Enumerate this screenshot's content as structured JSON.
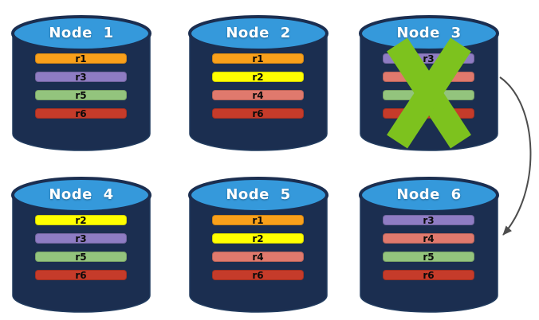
{
  "nodes": [
    {
      "label": "Node 1",
      "replicas": [
        "r1",
        "r3",
        "r5",
        "r6"
      ]
    },
    {
      "label": "Node 2",
      "replicas": [
        "r1",
        "r2",
        "r4",
        "r6"
      ]
    },
    {
      "label": "Node 3",
      "replicas": [
        "r3",
        "r4",
        "r5",
        "r6"
      ],
      "status": "failed"
    },
    {
      "label": "Node 4",
      "replicas": [
        "r2",
        "r3",
        "r5",
        "r6"
      ]
    },
    {
      "label": "Node 5",
      "replicas": [
        "r1",
        "r2",
        "r4",
        "r6"
      ]
    },
    {
      "label": "Node 6",
      "replicas": [
        "r3",
        "r4",
        "r5",
        "r6"
      ]
    }
  ],
  "replica_colors": {
    "r1": "#F9A01B",
    "r2": "#FFFF00",
    "r3": "#8E7CC3",
    "r4": "#E0796D",
    "r5": "#93C47D",
    "r6": "#C53B2A"
  },
  "colors": {
    "cylinder_body": "#1B2E50",
    "cylinder_body_edge": "#223C5F",
    "cylinder_top": "#3599DB",
    "x_mark": "#7DC21E",
    "arrow": "#4D4D4D"
  },
  "failure": {
    "node_label": "Node 3",
    "icon": "x-cross-icon"
  },
  "arrow_connection": {
    "from": "Node 3",
    "to": "Node 6"
  }
}
